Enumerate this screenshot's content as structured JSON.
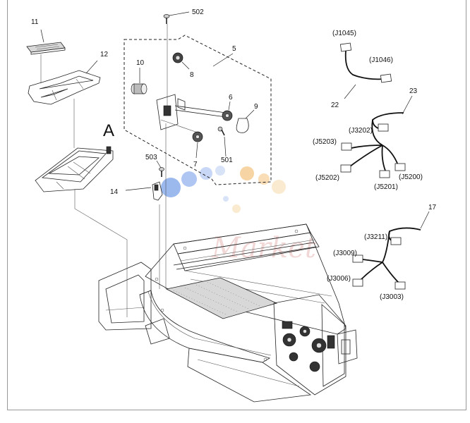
{
  "callouts": {
    "c11": "11",
    "c12": "12",
    "cA": "A",
    "c502": "502",
    "c5": "5",
    "c10": "10",
    "c8": "8",
    "c6": "6",
    "c9": "9",
    "c501": "501",
    "c7": "7",
    "c503": "503",
    "c14": "14",
    "c22": "22",
    "c23": "23",
    "c17": "17"
  },
  "connectors": {
    "j1045": "(J1045)",
    "j1046": "(J1046)",
    "j3202": "(J3202)",
    "j5203": "(J5203)",
    "j5202": "(J5202)",
    "j5201": "(J5201)",
    "j5200": "(J5200)",
    "j3211": "(J3211)",
    "j3009": "(J3009)",
    "j3006": "(J3006)",
    "j3003": "(J3003)"
  },
  "watermark": {
    "text": "Market",
    "dot_colors": [
      "#4a7fe0",
      "#9db8f0",
      "#f2b25a",
      "#f7d9a8"
    ]
  }
}
